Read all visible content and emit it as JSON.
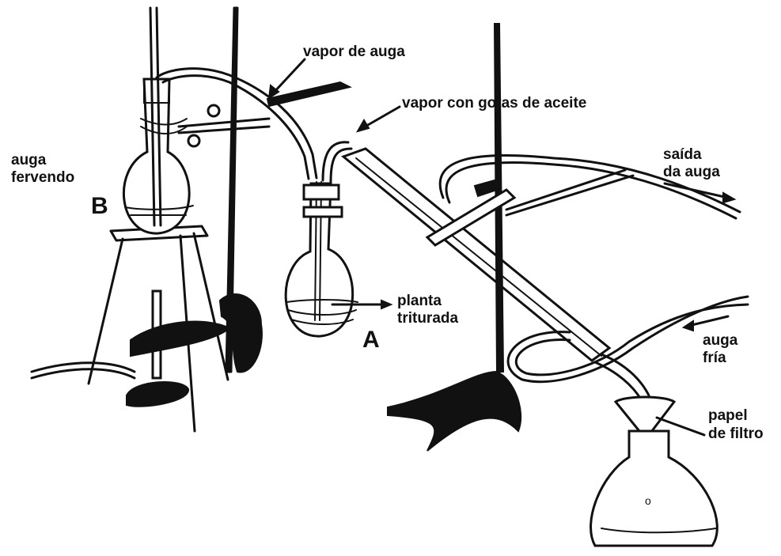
{
  "labels": {
    "vapor_auga": "vapor de auga",
    "vapor_aceite": "vapor con   gotas de aceite",
    "saida_1": "saída",
    "saida_2": "da auga",
    "auga_fervendo_1": "auga",
    "auga_fervendo_2": "fervendo",
    "flask_b": "B",
    "flask_a": "A",
    "planta_1": "planta",
    "planta_2": "triturada",
    "auga_fria_1": "auga",
    "auga_fria_2": "fría",
    "papel_1": "papel",
    "papel_2": "de filtro"
  },
  "colors": {
    "ink": "#111111",
    "background": "#ffffff"
  }
}
